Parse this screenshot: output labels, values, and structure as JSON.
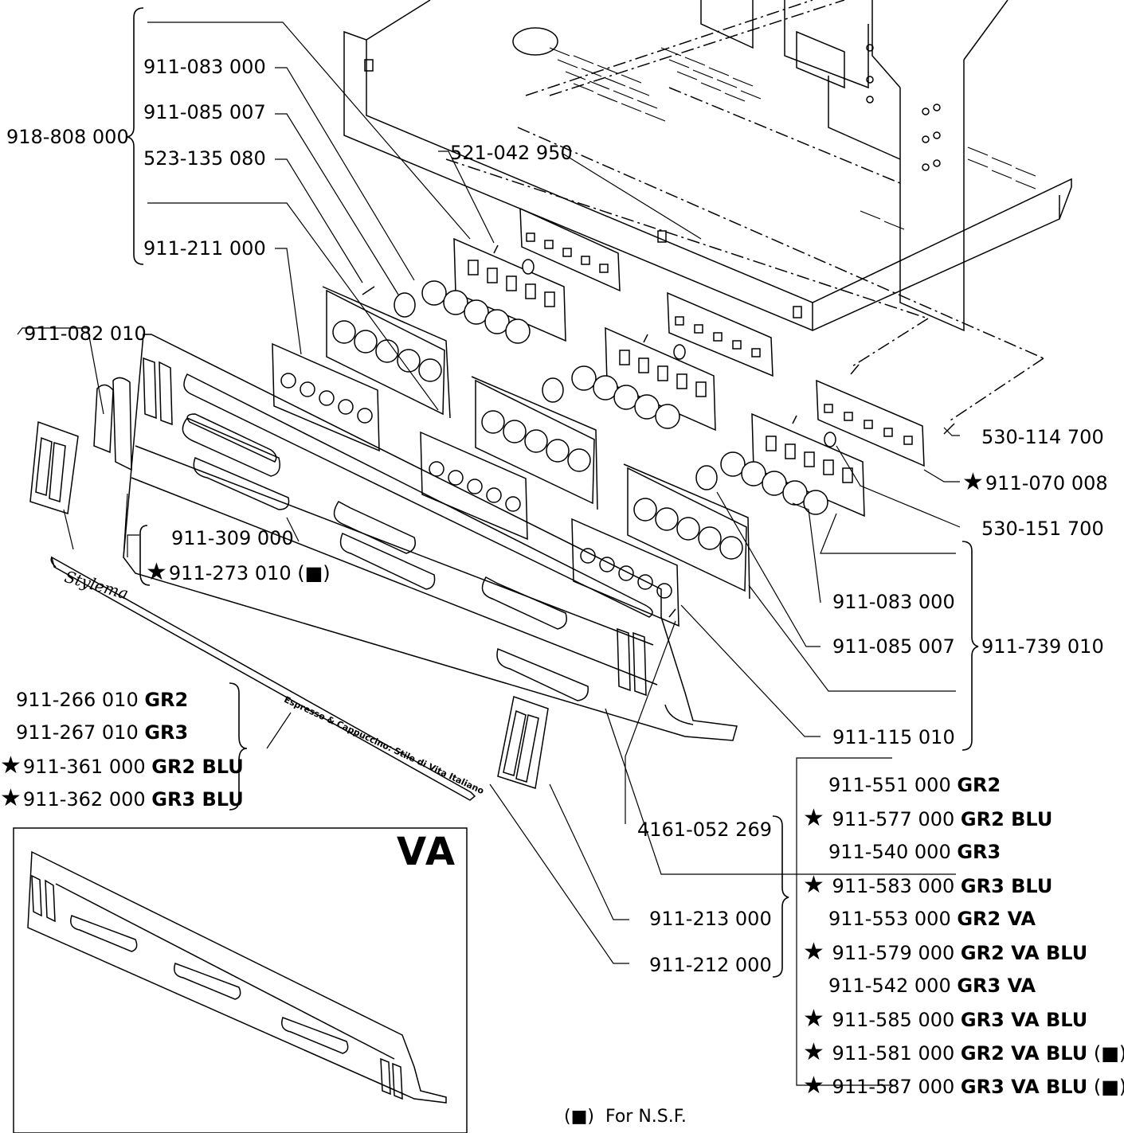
{
  "labels": {
    "l_918808000": {
      "code": "918-808 000"
    },
    "l_911083000_a": {
      "code": "911-083 000"
    },
    "l_911085007_a": {
      "code": "911-085 007"
    },
    "l_523135080": {
      "code": "523-135 080"
    },
    "l_911211000": {
      "code": "911-211 000"
    },
    "l_521042950": {
      "code": "521-042 950"
    },
    "l_911082010": {
      "code": "911-082 010"
    },
    "l_911309000": {
      "code": "911-309 000"
    },
    "l_911273010": {
      "code": "911-273 010",
      "suffix": "(■)"
    },
    "l_530114700": {
      "code": "530-114 700"
    },
    "l_911070008": {
      "code": "911-070 008"
    },
    "l_530151700": {
      "code": "530-151 700"
    },
    "l_911083000_b": {
      "code": "911-083 000"
    },
    "l_911085007_b": {
      "code": "911-085 007"
    },
    "l_911739010": {
      "code": "911-739 010"
    },
    "l_911115010": {
      "code": "911-115 010"
    },
    "l_4161052269": {
      "code": "4161-052 269"
    },
    "l_911213000": {
      "code": "911-213 000"
    },
    "l_911212000": {
      "code": "911-212 000"
    }
  },
  "front_panel_list": [
    {
      "code": "911-266 010",
      "variant": "GR2",
      "star": false
    },
    {
      "code": "911-267 010",
      "variant": "GR3",
      "star": false
    },
    {
      "code": "911-361 000",
      "variant": "GR2 BLU",
      "star": true
    },
    {
      "code": "911-362 000",
      "variant": "GR3 BLU",
      "star": true
    }
  ],
  "cover_list": [
    {
      "code": "911-551 000",
      "variant": "GR2",
      "star": false,
      "suffix": ""
    },
    {
      "code": "911-577 000",
      "variant": "GR2 BLU",
      "star": true,
      "suffix": ""
    },
    {
      "code": "911-540 000",
      "variant": "GR3",
      "star": false,
      "suffix": ""
    },
    {
      "code": "911-583 000",
      "variant": "GR3 BLU",
      "star": true,
      "suffix": ""
    },
    {
      "code": "911-553 000",
      "variant": "GR2 VA",
      "star": false,
      "suffix": ""
    },
    {
      "code": "911-579 000",
      "variant": "GR2 VA BLU",
      "star": true,
      "suffix": ""
    },
    {
      "code": "911-542 000",
      "variant": "GR3 VA",
      "star": false,
      "suffix": ""
    },
    {
      "code": "911-585 000",
      "variant": "GR3 VA BLU",
      "star": true,
      "suffix": ""
    },
    {
      "code": "911-581 000",
      "variant": "GR2 VA BLU",
      "star": true,
      "suffix": "(■)"
    },
    {
      "code": "911-587 000",
      "variant": "GR3 VA BLU",
      "star": true,
      "suffix": "(■)"
    }
  ],
  "va_inset": {
    "label": "VA"
  },
  "branding": {
    "logo": "Stylema",
    "slogan": "Espresso & Cappuccino: Stile di Vita Italiano"
  },
  "footnote": {
    "symbol": "(■)",
    "text": "For N.S.F."
  },
  "star_symbol": "★"
}
